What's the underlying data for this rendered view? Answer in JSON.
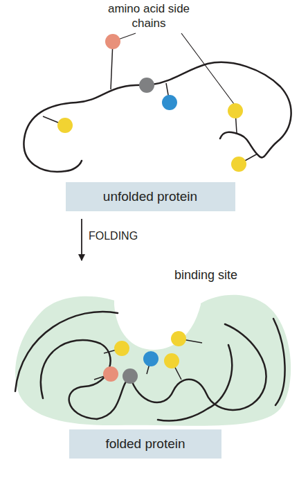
{
  "diagram": {
    "nodes": [
      {
        "text": [
          "unfolded protein"
        ]
      },
      {
        "text": [
          "folded protein"
        ]
      }
    ],
    "labels": [
      "amino acid side chains",
      "FOLDING",
      "binding site"
    ]
  }
}
